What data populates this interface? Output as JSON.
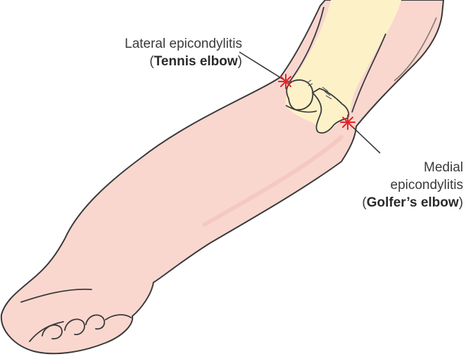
{
  "colors": {
    "skin": "#f9d7cf",
    "skin_shadow": "#f0c2b6",
    "outline": "#3a3a3a",
    "bone": "#fdf1c8",
    "marker": "#e0262b",
    "background": "#ffffff"
  },
  "labels": {
    "lateral": {
      "line1": "Lateral epicondylitis",
      "open_paren": "(",
      "term": "Tennis elbow",
      "close_paren": ")"
    },
    "medial": {
      "line1": "Medial",
      "line2": "epicondylitis",
      "open_paren": "(",
      "term": "Golfer’s elbow",
      "close_paren": ")"
    }
  },
  "markers": [
    "lateral-epicondyle-pain-marker",
    "medial-epicondyle-pain-marker"
  ]
}
